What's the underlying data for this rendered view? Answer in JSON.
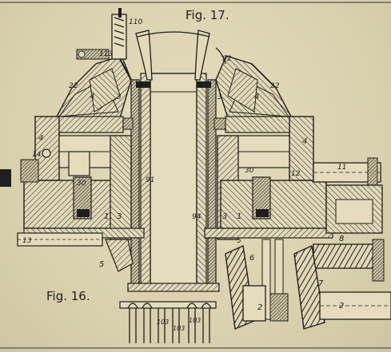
{
  "figures": {
    "fig17": "Fig. 17.",
    "fig16": "Fig. 16."
  },
  "labels": {
    "l110": "110",
    "l113": "113",
    "l92": "92",
    "l22a": "22",
    "l22b": "22",
    "l4a": "4",
    "l4b": "4",
    "l4c": "4",
    "l4d": "4",
    "l3a": "3",
    "l3b": "3",
    "l3c": "3",
    "l3d": "3",
    "l14": "14",
    "l30a": "30",
    "l30b": "30",
    "l91": "91",
    "l94": "94",
    "l1a": "1",
    "l1b": "1",
    "l12": "12",
    "l11": "11",
    "l13": "13",
    "l5a": "5",
    "l5b": "5",
    "l6": "6",
    "l7": "7",
    "l8": "8",
    "l2a": "2",
    "l2b": "2",
    "l103a": "103",
    "l103b": "103",
    "l103c": "103"
  },
  "colors": {
    "paper": "#ddd5b4",
    "ink": "#1e1e1e"
  }
}
